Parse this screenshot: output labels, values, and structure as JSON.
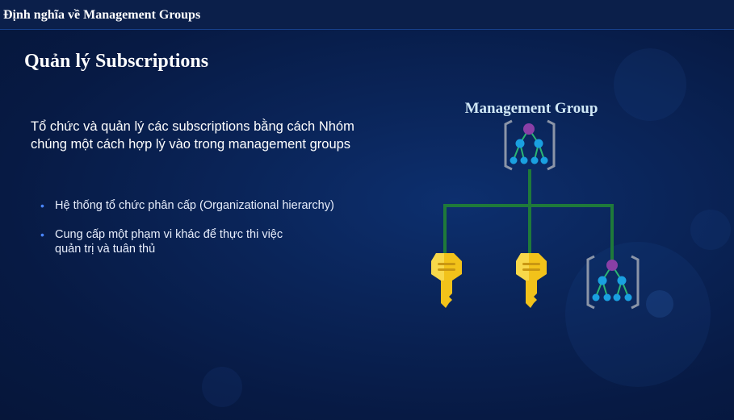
{
  "header": {
    "title": "Định nghĩa về Management Groups"
  },
  "slide": {
    "title": "Quản lý Subscriptions",
    "description": "Tổ chức và quản lý các subscriptions bằng cách Nhóm chúng một cách hợp lý vào trong management groups",
    "bullets": [
      "Hệ thống tổ chức phân cấp (Organizational hierarchy)",
      "Cung cấp một phạm vi khác để thực thi việc quản trị và tuân thủ"
    ]
  },
  "diagram": {
    "title": "Management Group",
    "nodes": [
      "management-group-icon",
      "key-icon",
      "key-icon",
      "management-group-icon"
    ],
    "colors": {
      "connector": "#1f7a3a",
      "key": "#f2c21a",
      "node_top": "#8a3fa6",
      "node_leaf": "#1aa0e0",
      "bracket": "#8b95a8"
    }
  }
}
